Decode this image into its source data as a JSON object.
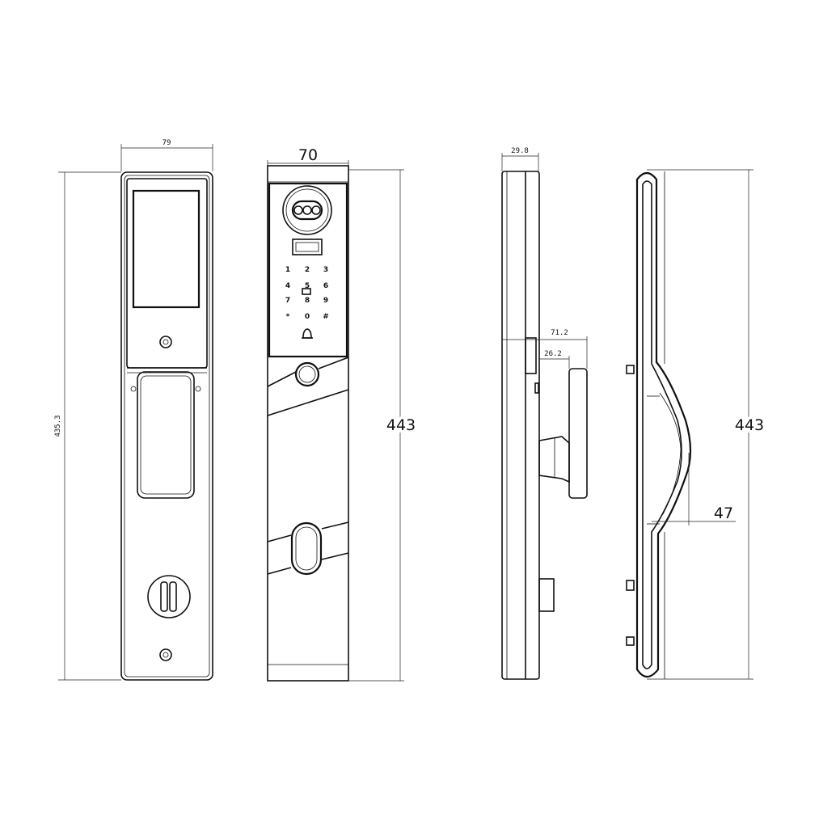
{
  "dimensions": {
    "inside_width": "79",
    "inside_height": "435.3",
    "outside_width": "70",
    "outside_height": "443",
    "side_depth": "29.8",
    "side_depth_total": "71.2",
    "side_depth_knob": "26.2",
    "handle_height": "443",
    "handle_projection": "47"
  },
  "keypad": {
    "keys": [
      "1",
      "2",
      "3",
      "4",
      "5",
      "6",
      "7",
      "8",
      "9",
      "*",
      "0",
      "#"
    ]
  }
}
